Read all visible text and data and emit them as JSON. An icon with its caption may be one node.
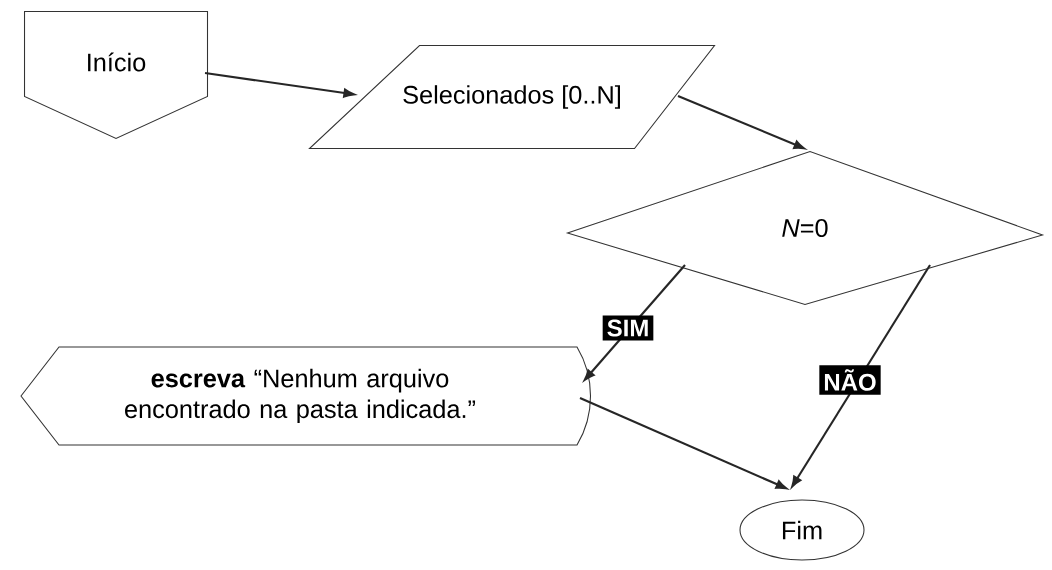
{
  "diagram": {
    "nodes": [
      {
        "text": [
          "Início"
        ]
      },
      {
        "text": [
          "Selecionados [0..N]"
        ]
      },
      {
        "text": [
          "*N*=0"
        ]
      },
      {
        "text": [
          "**escreva** “Nenhum arquivo encontrado na pasta indicada.”"
        ]
      },
      {
        "text": [
          "Fim"
        ]
      }
    ],
    "edges": [
      {
        "from": 0,
        "to": 1,
        "arrow": "to"
      },
      {
        "from": 1,
        "to": 2,
        "arrow": "to"
      },
      {
        "from": 2,
        "to": 3,
        "arrow": "to",
        "label": "SIM"
      },
      {
        "from": 2,
        "to": 4,
        "arrow": "to",
        "label": "NÃO"
      },
      {
        "from": 3,
        "to": 4,
        "arrow": "to"
      }
    ]
  }
}
